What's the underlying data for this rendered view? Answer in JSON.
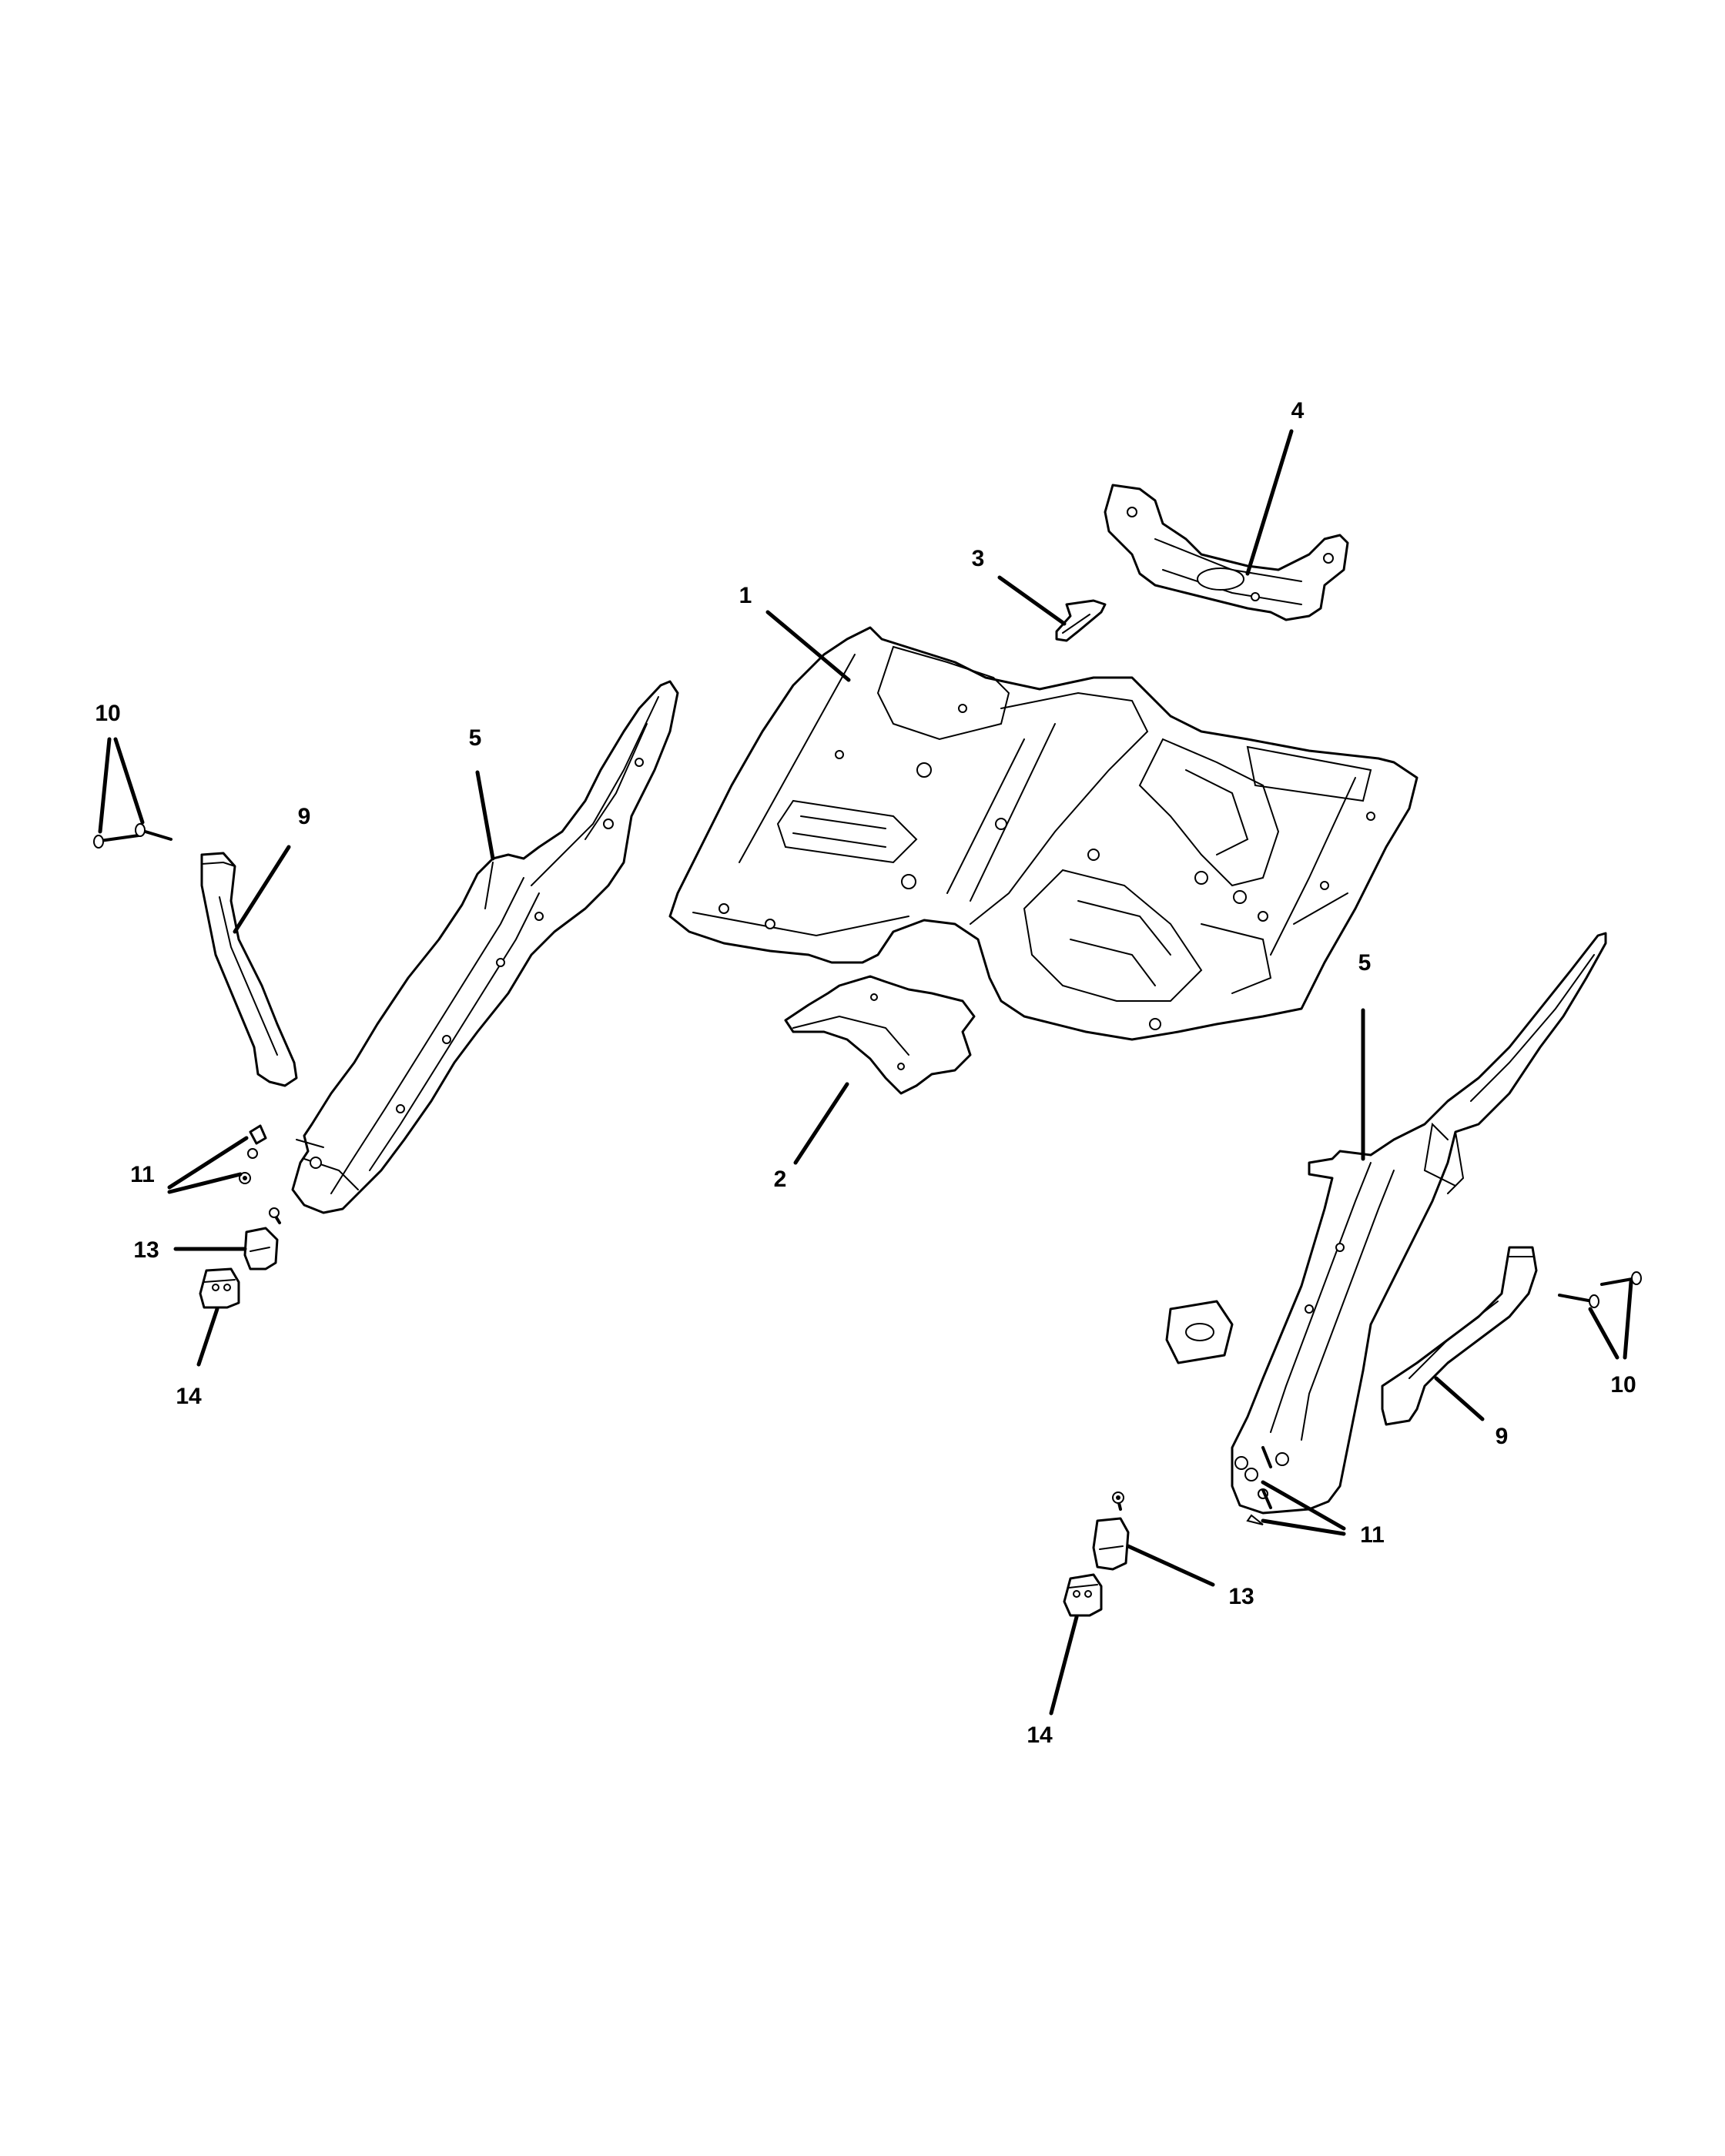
{
  "callouts": [
    {
      "id": "c1",
      "label": "1"
    },
    {
      "id": "c2",
      "label": "2"
    },
    {
      "id": "c3",
      "label": "3"
    },
    {
      "id": "c4",
      "label": "4"
    },
    {
      "id": "c5a",
      "label": "5"
    },
    {
      "id": "c5b",
      "label": "5"
    },
    {
      "id": "c9a",
      "label": "9"
    },
    {
      "id": "c9b",
      "label": "9"
    },
    {
      "id": "c10a",
      "label": "10"
    },
    {
      "id": "c10b",
      "label": "10"
    },
    {
      "id": "c11a",
      "label": "11"
    },
    {
      "id": "c11b",
      "label": "11"
    },
    {
      "id": "c13a",
      "label": "13"
    },
    {
      "id": "c13b",
      "label": "13"
    },
    {
      "id": "c14a",
      "label": "14"
    },
    {
      "id": "c14b",
      "label": "14"
    }
  ]
}
